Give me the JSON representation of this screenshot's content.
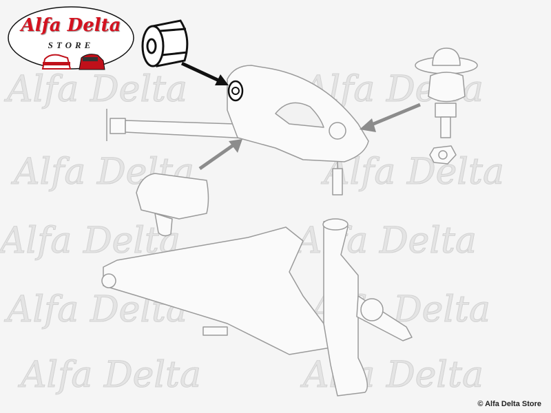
{
  "logo": {
    "title": "Alfa Delta",
    "subtitle": "STORE"
  },
  "watermark": "Alfa Delta",
  "copyright": "© Alfa Delta Store",
  "colors": {
    "background": "#f5f5f5",
    "line_art": "#9a9a9a",
    "arrow": "#8c8c8c",
    "highlight": "#111111",
    "brand_red": "#d4121f"
  }
}
